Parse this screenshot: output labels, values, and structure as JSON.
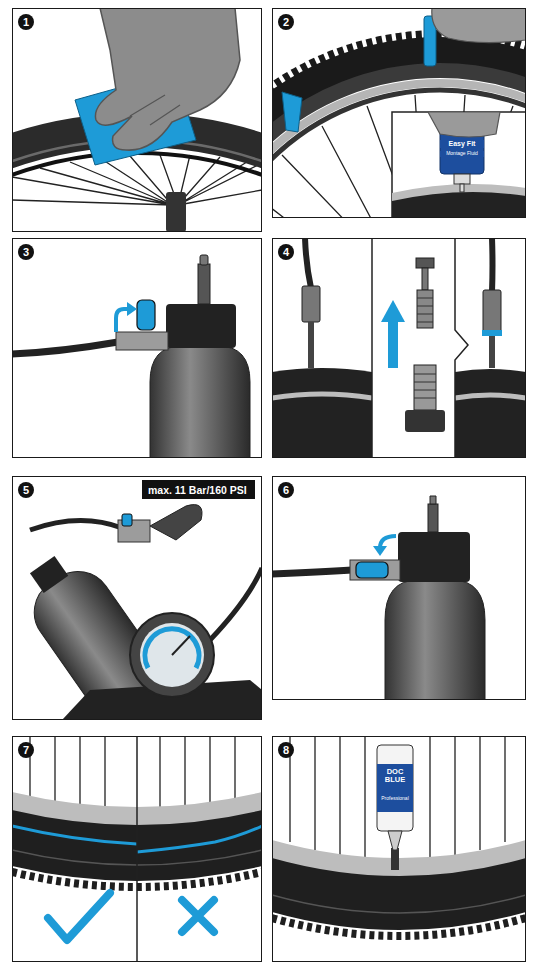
{
  "diagram": {
    "nodes": [
      {
        "text": [
          "1"
        ]
      },
      {
        "text": [
          "2"
        ]
      },
      {
        "text": [
          "3"
        ]
      },
      {
        "text": [
          "4"
        ]
      },
      {
        "text": [
          "5"
        ]
      },
      {
        "text": [
          "max. 11 Bar/160 PSI"
        ],
        "in": 4
      },
      {
        "text": [
          "6"
        ]
      },
      {
        "text": [
          "7"
        ]
      },
      {
        "text": [
          "8"
        ]
      }
    ],
    "labels": [
      "Easy Fit",
      "Montage Fluid",
      "DOC BLUE",
      "Professional"
    ]
  }
}
